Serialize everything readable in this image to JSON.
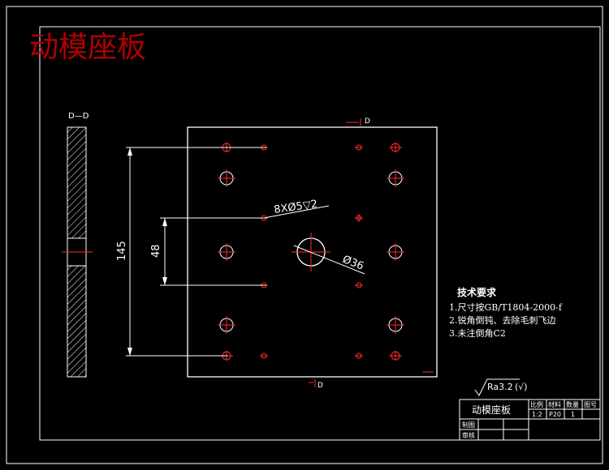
{
  "drawing": {
    "watermark_title": "动模座板",
    "section_label": "D—D",
    "cut_label_top": "D",
    "cut_label_bottom": "D",
    "dim_145": "145",
    "dim_48": "48",
    "hole_callout": "8XØ5▽2",
    "bore_callout": "Ø36",
    "roughness": "Ra3.2",
    "roughness_suffix": "(√)"
  },
  "tech_requirements": {
    "heading": "技术要求",
    "items": [
      "1.尺寸按GB/T1804-2000-f",
      "2.锐角倒钝、去除毛刺飞边",
      "3.未注倒角C2"
    ]
  },
  "title_block": {
    "part_name": "动模座板",
    "col_scale": "比例",
    "col_material": "材料",
    "col_quantity": "数量",
    "col_drawing_no": "图号",
    "scale": "1:2",
    "material": "P20",
    "quantity": "1",
    "row_drawn": "制图",
    "row_checked": "审核"
  }
}
